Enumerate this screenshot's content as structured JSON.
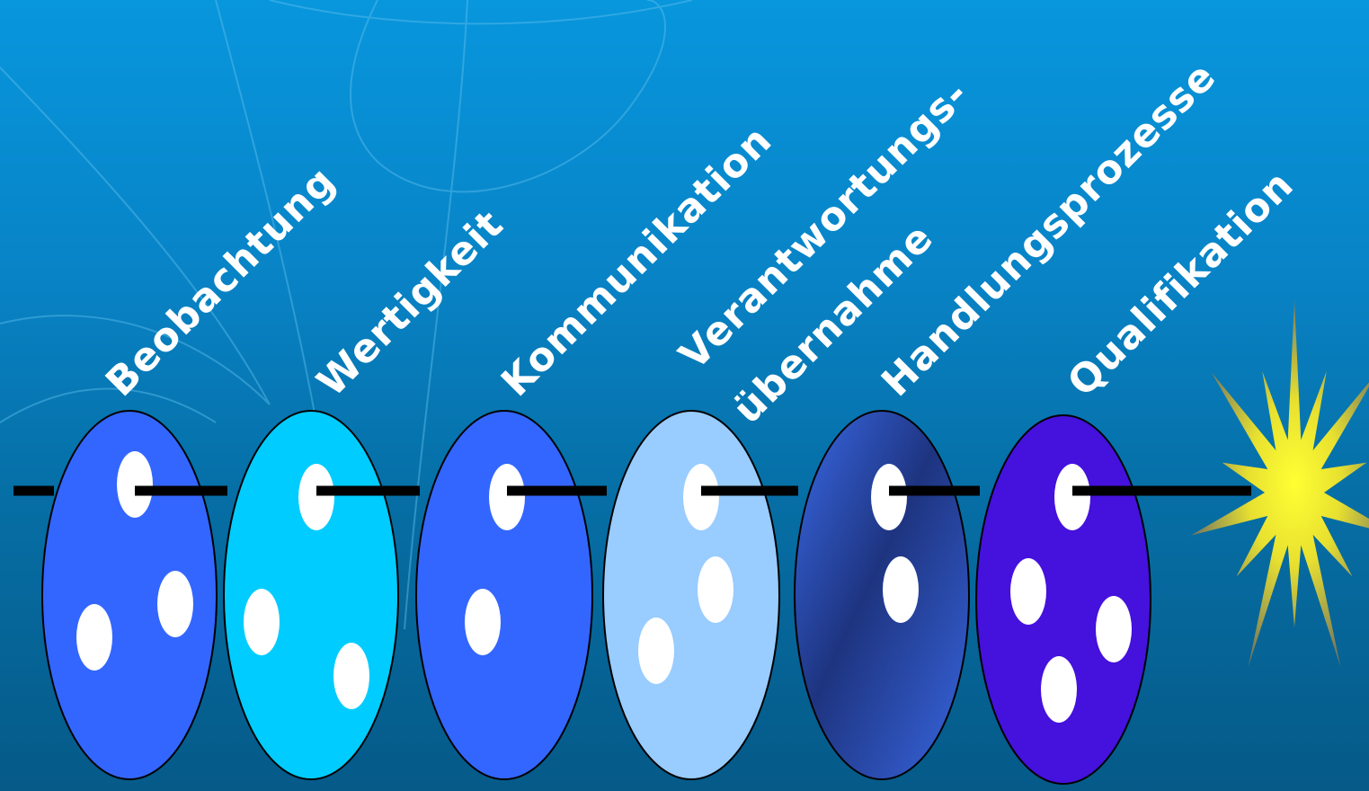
{
  "diagram": {
    "beads": [
      {
        "label": "Beobachtung",
        "color": "#3366ff"
      },
      {
        "label": "Wertigkeit",
        "color": "#00ccff"
      },
      {
        "label": "Kommunikation",
        "color": "#3366ff"
      },
      {
        "label": "Verantwortungs-",
        "label_2": "übernahme",
        "color": "#99ccff"
      },
      {
        "label": "Handlungsprozesse",
        "color": "#2a4fbf"
      },
      {
        "label": "Qualifikation",
        "color": "#4411dd"
      }
    ],
    "star_color": "#ffff33"
  }
}
